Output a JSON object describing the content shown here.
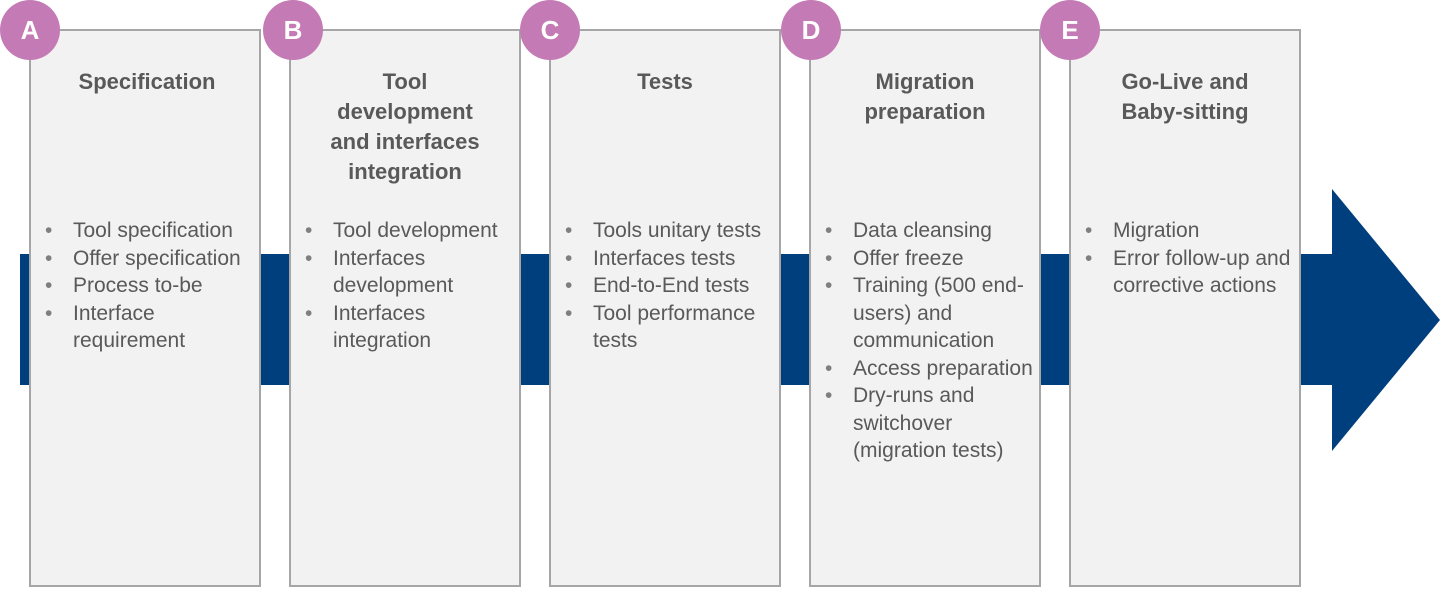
{
  "colors": {
    "band": "#003f7d",
    "badge": "#c47bb5",
    "box_fill": "#f2f2f2",
    "box_border": "#a6a6a6",
    "text": "#595959"
  },
  "phases": [
    {
      "letter": "A",
      "title": "Specification",
      "items": [
        "Tool specification",
        "Offer specification",
        "Process to-be",
        "Interface requirement"
      ]
    },
    {
      "letter": "B",
      "title": "Tool development and interfaces integration",
      "items": [
        "Tool development",
        "Interfaces development",
        "Interfaces integration"
      ]
    },
    {
      "letter": "C",
      "title": "Tests",
      "items": [
        "Tools unitary tests",
        "Interfaces tests",
        "End-to-End tests",
        "Tool performance tests"
      ]
    },
    {
      "letter": "D",
      "title": "Migration preparation",
      "items": [
        "Data cleansing",
        "Offer freeze",
        "Training (500 end-users) and communication",
        "Access preparation",
        "Dry-runs and switchover (migration tests)"
      ]
    },
    {
      "letter": "E",
      "title": "Go-Live and Baby-sitting",
      "items": [
        "Migration",
        "Error follow-up and corrective actions"
      ]
    }
  ]
}
